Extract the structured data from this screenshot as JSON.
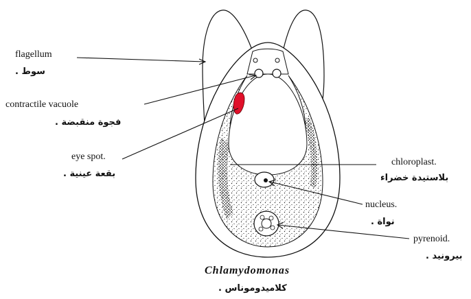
{
  "diagram": {
    "title": "Chlamydomonas",
    "title_ar": "كلاميدوموناس .",
    "labels": {
      "flagellum": {
        "en": "flagellum",
        "ar": "سوط ."
      },
      "contractile_vacuole": {
        "en": "contractile  vacuole",
        "ar": "فجوة منقبضة ."
      },
      "eye_spot": {
        "en": "eye spot.",
        "ar": "بقعة عينية ."
      },
      "chloroplast": {
        "en": "chloroplast.",
        "ar": "بلاستيدة خضراء"
      },
      "nucleus": {
        "en": "nucleus.",
        "ar": "نواة ."
      },
      "pyrenoid": {
        "en": "pyrenoid.",
        "ar": "بيرونيد ."
      }
    },
    "colors": {
      "ink": "#111111",
      "eye_spot": "#e0102a",
      "background": "#ffffff"
    }
  }
}
